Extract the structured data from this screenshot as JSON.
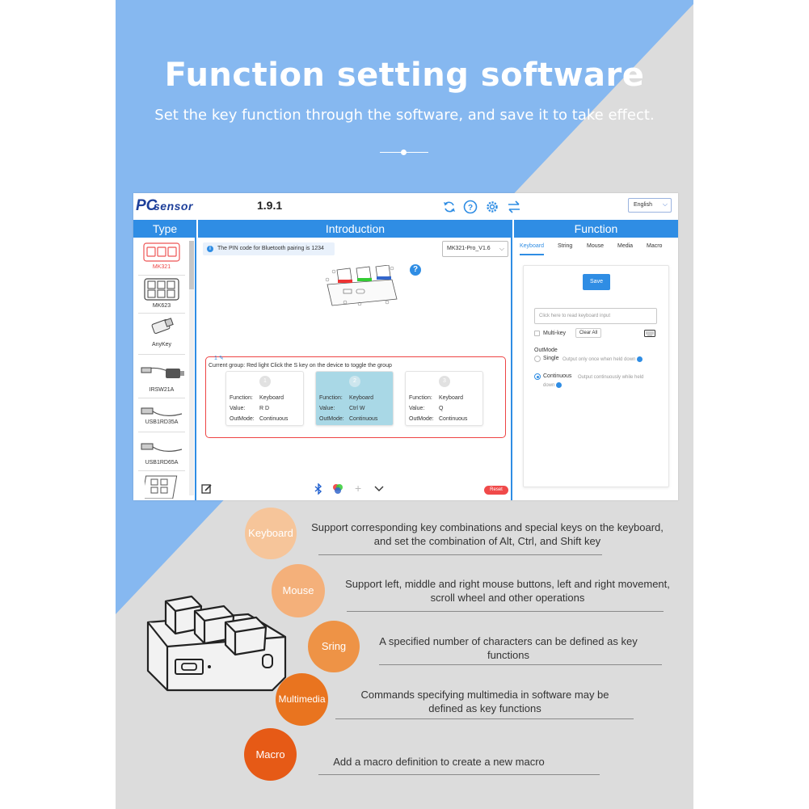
{
  "hero": {
    "title": "Function setting software",
    "subtitle": "Set the key function through the software, and save it to take effect."
  },
  "colors": {
    "blue_bg": "#86b8f0",
    "gray_bg": "#dcdcdc",
    "accent": "#2f8de4",
    "keyboard_bubble": "#f6c59a",
    "mouse_bubble": "#f4b07a",
    "string_bubble": "#ee9346",
    "multimedia_bubble": "#e9741f",
    "macro_bubble": "#e65a16"
  },
  "app": {
    "logo_pc": "PC",
    "logo_sensor": "sensor",
    "version": "1.9.1",
    "icons": [
      "refresh-icon",
      "help-icon",
      "gear-icon",
      "swap-icon"
    ],
    "language": "English",
    "columns": {
      "type": "Type",
      "introduction": "Introduction",
      "function": "Function"
    },
    "types": [
      {
        "label": "MK321",
        "selected": true
      },
      {
        "label": "MK623",
        "selected": false
      },
      {
        "label": "AnyKey",
        "selected": false
      },
      {
        "label": "IRSW21A",
        "selected": false
      },
      {
        "label": "USB1RD35A",
        "selected": false
      },
      {
        "label": "USB1RD65A",
        "selected": false
      }
    ],
    "intro": {
      "pin_note": "The PIN code for Bluetooth pairing is 1234",
      "model": "MK321-Pro_V1.6",
      "help": "?",
      "group_number": "1",
      "group_hint": "Current group: Red light Click the S key on the device to toggle the group",
      "keys": [
        {
          "num": "1",
          "function_label": "Function:",
          "function": "Keyboard",
          "value_label": "Value:",
          "value": "R D",
          "outmode_label": "OutMode:",
          "outmode": "Continuous",
          "selected": false
        },
        {
          "num": "2",
          "function_label": "Function:",
          "function": "Keyboard",
          "value_label": "Value:",
          "value": "Ctrl W",
          "outmode_label": "OutMode:",
          "outmode": "Continuous",
          "selected": true
        },
        {
          "num": "3",
          "function_label": "Function:",
          "function": "Keyboard",
          "value_label": "Value:",
          "value": "Q",
          "outmode_label": "OutMode:",
          "outmode": "Continuous",
          "selected": false
        }
      ],
      "reset": "Reset"
    },
    "function": {
      "tabs": [
        "Keyboard",
        "String",
        "Mouse",
        "Media",
        "Macro"
      ],
      "active_tab": "Keyboard",
      "save": "Save",
      "input_placeholder": "Click here to read keyboard input",
      "multikey": "Multi-key",
      "clear_all": "Clear All",
      "outmode": "OutMode",
      "single": "Single",
      "single_desc": "Output only once when held down",
      "continuous": "Continuous",
      "continuous_desc": "Output continuously while held down",
      "selected_mode": "Continuous"
    }
  },
  "features": [
    {
      "bubble": "Keyboard",
      "text": "Support corresponding key combinations and special keys on the keyboard, and set the combination of Alt, Ctrl, and Shift key"
    },
    {
      "bubble": "Mouse",
      "text": "Support left, middle and right mouse buttons, left and right movement, scroll wheel and other operations"
    },
    {
      "bubble": "Sring",
      "text": "A specified number of characters can be defined as key functions"
    },
    {
      "bubble": "Multimedia",
      "text": "Commands specifying multimedia in software may be defined as key functions"
    },
    {
      "bubble": "Macro",
      "text": "Add a macro definition to create a new macro"
    }
  ]
}
